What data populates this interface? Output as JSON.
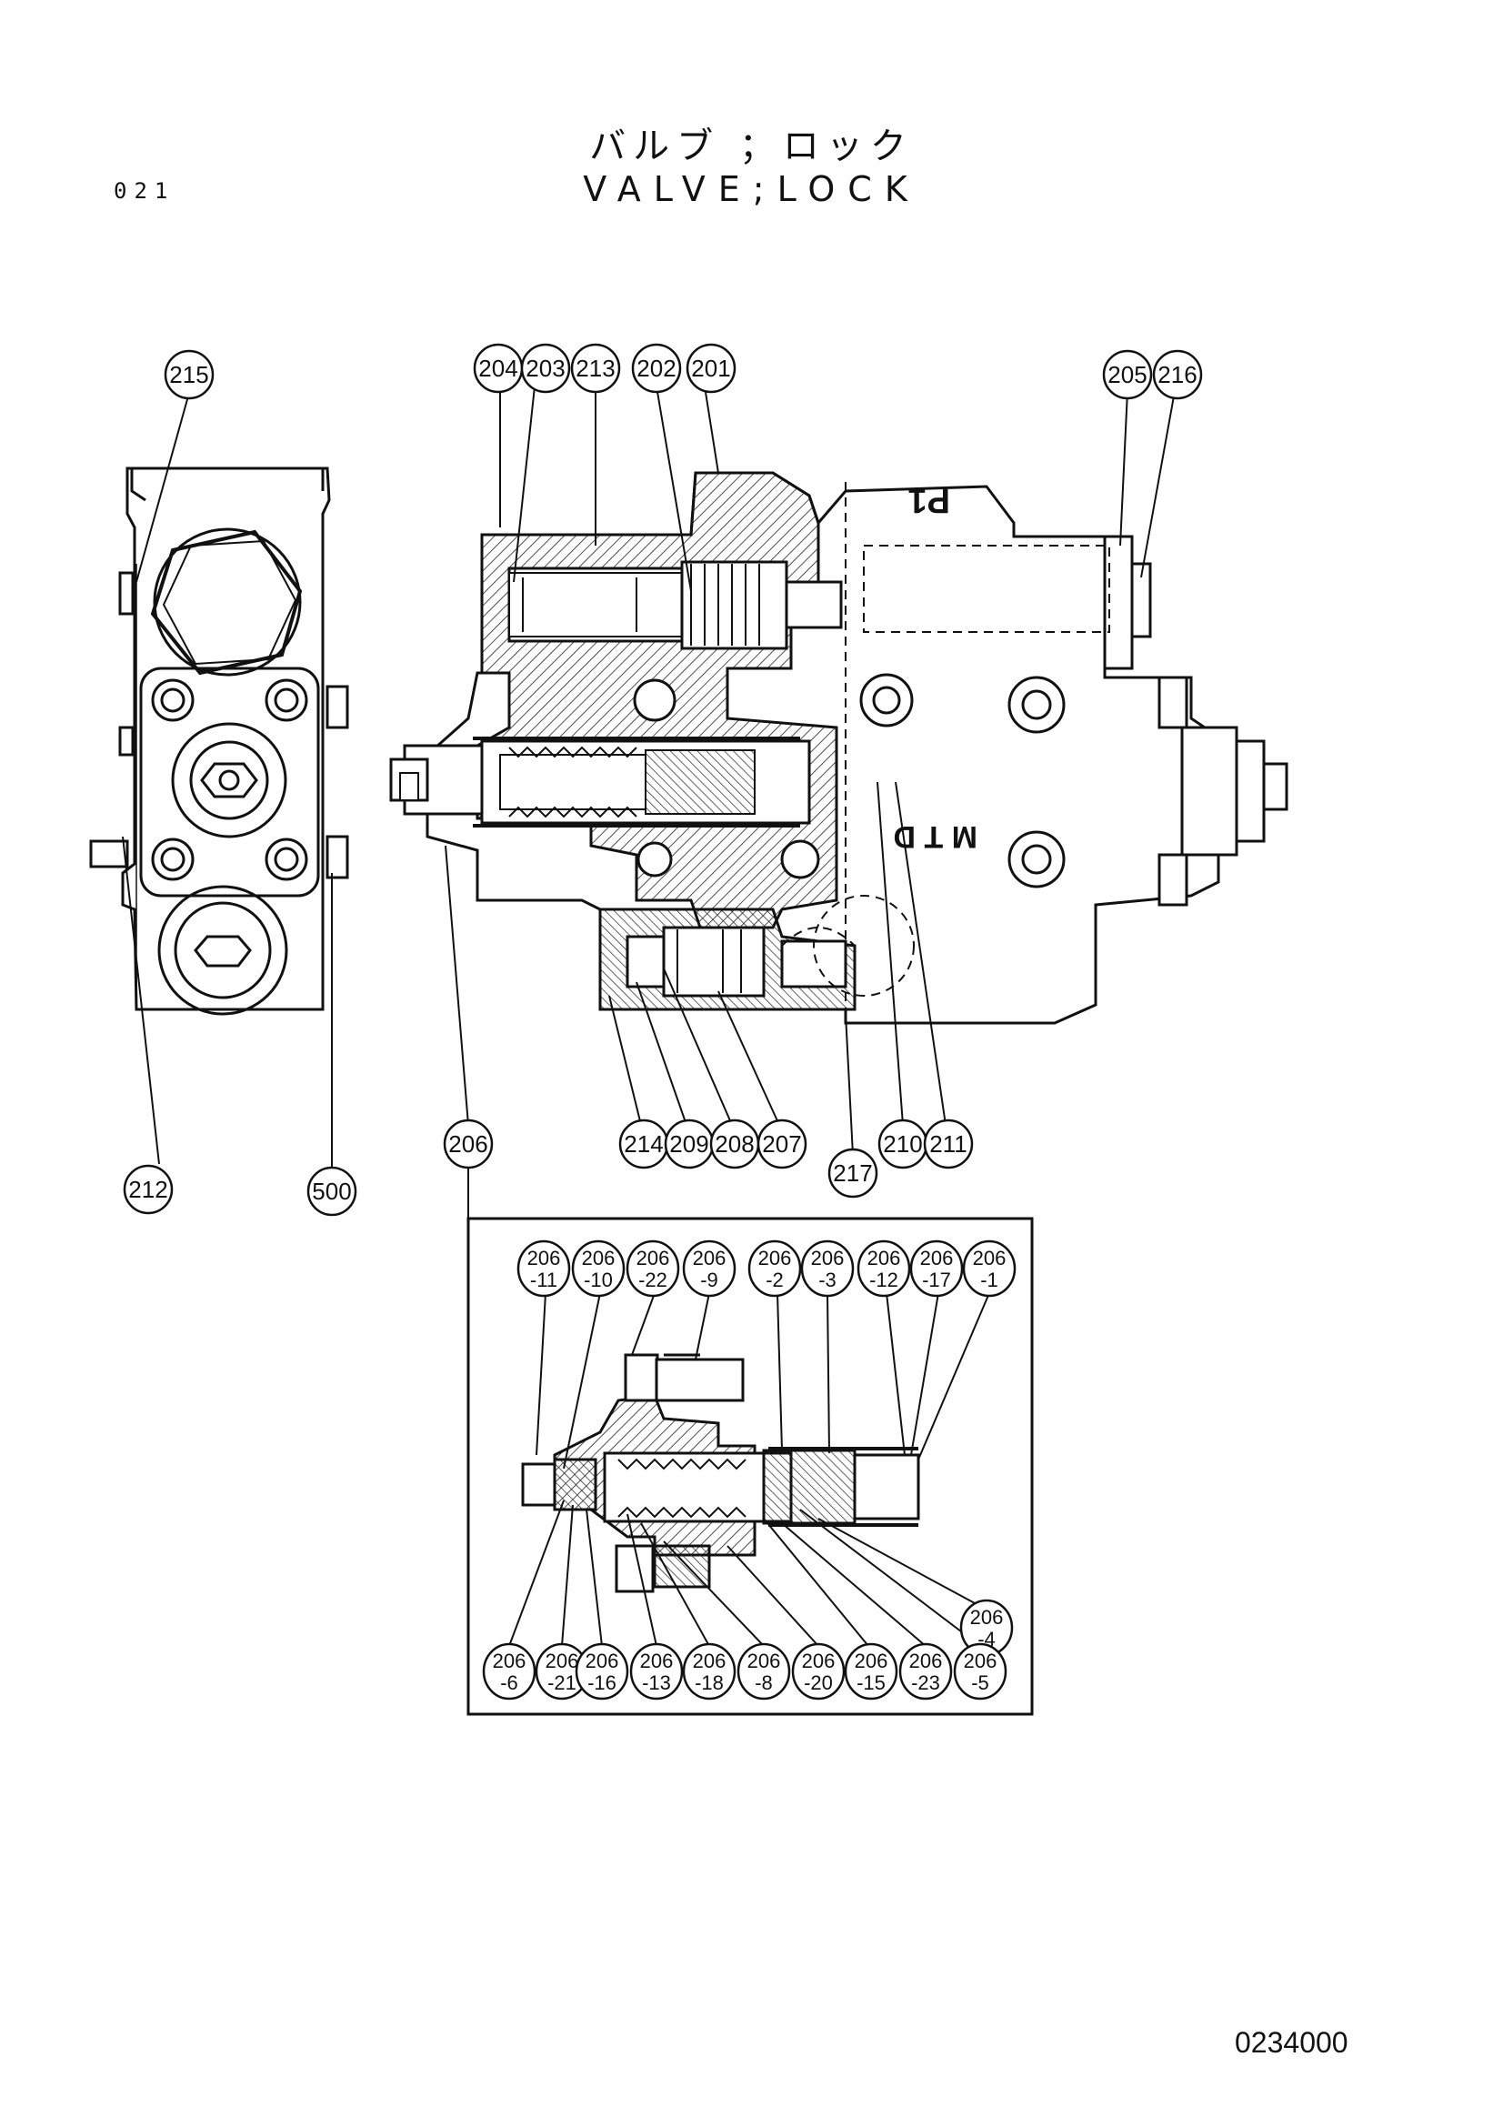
{
  "header": {
    "title_jp": "バルブ ；ロック",
    "title_en": "VALVE;LOCK",
    "page_code": "021"
  },
  "footer": {
    "document_number": "0234000"
  },
  "callouts_main": [
    "215",
    "204",
    "203",
    "213",
    "202",
    "201",
    "205",
    "216",
    "206",
    "214",
    "209",
    "208",
    "207",
    "217",
    "210",
    "211",
    "212",
    "500"
  ],
  "callouts_detail_top": [
    [
      "206",
      "-11"
    ],
    [
      "206",
      "-10"
    ],
    [
      "206",
      "-22"
    ],
    [
      "206",
      "-9"
    ],
    [
      "206",
      "-2"
    ],
    [
      "206",
      "-3"
    ],
    [
      "206",
      "-12"
    ],
    [
      "206",
      "-17"
    ],
    [
      "206",
      "-1"
    ]
  ],
  "callouts_detail_side": [
    [
      "206",
      "-4"
    ]
  ],
  "callouts_detail_bottom": [
    [
      "206",
      "-6"
    ],
    [
      "206",
      "-21"
    ],
    [
      "206",
      "-16"
    ],
    [
      "206",
      "-13"
    ],
    [
      "206",
      "-18"
    ],
    [
      "206",
      "-8"
    ],
    [
      "206",
      "-20"
    ],
    [
      "206",
      "-15"
    ],
    [
      "206",
      "-23"
    ],
    [
      "206",
      "-5"
    ]
  ],
  "body_marks": {
    "upper": "P1",
    "lower": "M T D"
  }
}
